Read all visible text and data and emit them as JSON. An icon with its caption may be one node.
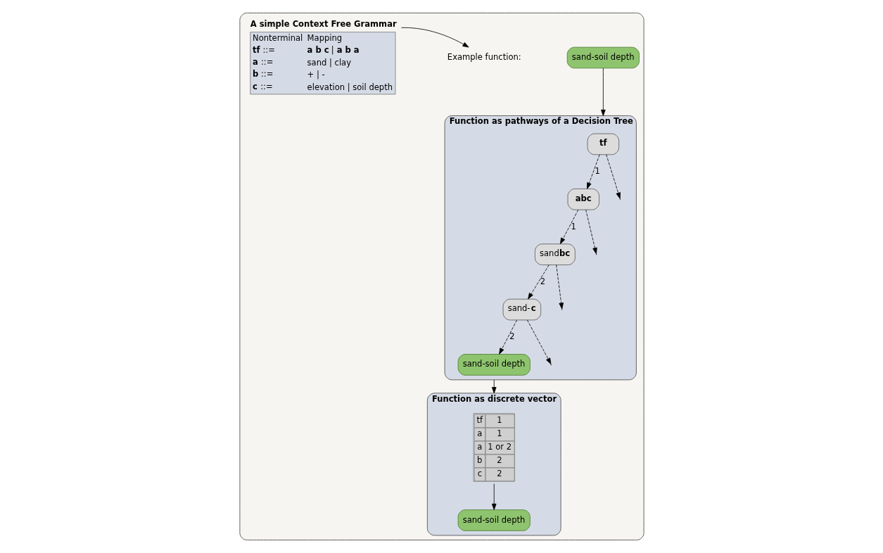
{
  "diagram": {
    "nodes": [
      {
        "text": [],
        "shape": "box"
      },
      {
        "text": [
          "A simple Context Free Grammar",
          "Nonterminal",
          "Mapping",
          "**tf** ::=",
          "**a b c** | **a b a**",
          "**a** ::=",
          "sand | clay",
          "**b** ::=",
          "+ | -",
          "**c** ::=",
          "elevation | soil depth"
        ],
        "in": 0
      },
      {
        "text": [
          "Example function:"
        ],
        "in": 0
      },
      {
        "text": [
          "sand-soil depth"
        ],
        "in": 0
      },
      {
        "text": [
          "Function as pathways of a Decision Tree"
        ],
        "in": 0
      },
      {
        "text": [
          "tf"
        ],
        "in": 4
      },
      {
        "text": [
          "abc"
        ],
        "in": 4
      },
      {
        "text": [
          "sand**bc**"
        ],
        "in": 4
      },
      {
        "text": [
          "sand-**c**"
        ],
        "in": 4
      },
      {
        "text": [
          "sand-soil depth"
        ],
        "in": 4
      },
      {
        "text": [
          "Function as discrete vector"
        ],
        "in": 0
      },
      {
        "text": [
          "tf",
          "1",
          "a",
          "1",
          "a",
          "1 or 2",
          "b",
          "2",
          "c",
          "2"
        ],
        "in": 10
      },
      {
        "text": [
          "sand-soil depth"
        ],
        "in": 10
      }
    ],
    "edges": [
      {
        "from": 1,
        "to": 2,
        "arrow": "to"
      },
      {
        "from": 3,
        "to": 4,
        "arrow": "to"
      },
      {
        "from": 5,
        "to": 6,
        "arrow": "to",
        "label": "1",
        "style": "dashed"
      },
      {
        "from": 5,
        "to": null,
        "arrow": "to",
        "style": "dashed"
      },
      {
        "from": 6,
        "to": 7,
        "arrow": "to",
        "label": "1",
        "style": "dashed"
      },
      {
        "from": 6,
        "to": null,
        "arrow": "to",
        "style": "dashed"
      },
      {
        "from": 7,
        "to": null,
        "arrow": "to",
        "style": "dashed"
      },
      {
        "from": 7,
        "to": 8,
        "arrow": "to",
        "label": "2",
        "style": "dashed"
      },
      {
        "from": 8,
        "to": null,
        "arrow": "to",
        "style": "dashed"
      },
      {
        "from": 8,
        "to": 9,
        "arrow": "to",
        "label": "2",
        "style": "dashed"
      },
      {
        "from": 4,
        "to": 10,
        "arrow": "to"
      },
      {
        "from": 11,
        "to": 12,
        "arrow": "to"
      }
    ]
  }
}
